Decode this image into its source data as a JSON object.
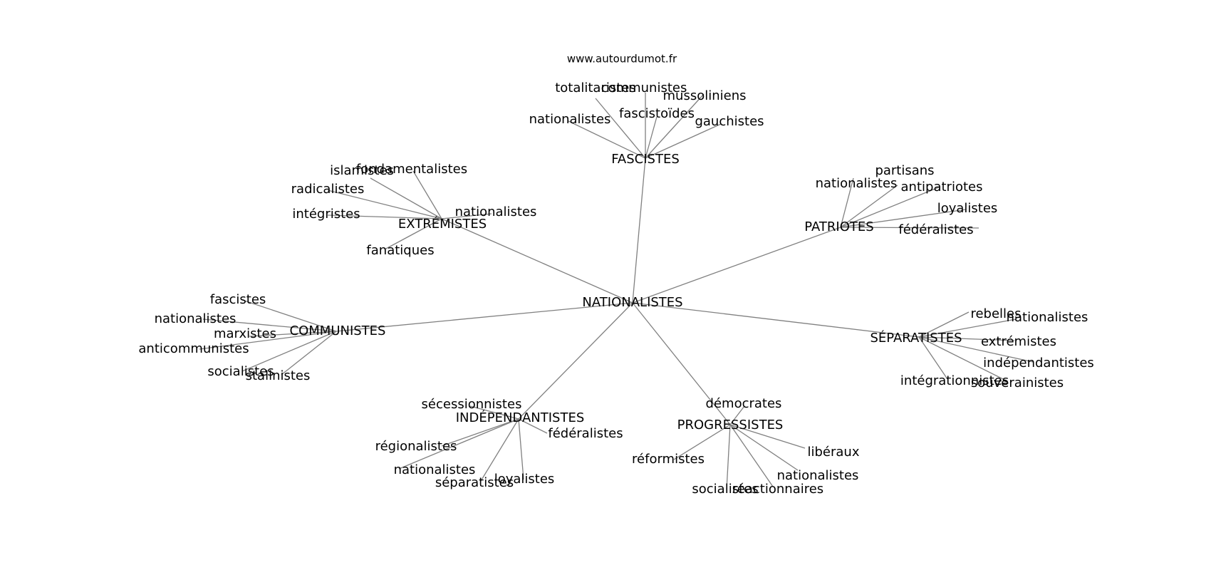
{
  "site_label": "www.autourdumot.fr",
  "graph": {
    "root": "NATIONALISTES",
    "groups": [
      {
        "hub": "FASCISTES",
        "leaves": [
          "totalitaristes",
          "communistes",
          "mussoliniens",
          "fascistoïdes",
          "nationalistes",
          "gauchistes"
        ]
      },
      {
        "hub": "EXTRÉMISTES",
        "leaves": [
          "fondamentalistes",
          "islamistes",
          "radicalistes",
          "nationalistes",
          "intégristes",
          "fanatiques"
        ]
      },
      {
        "hub": "PATRIOTES",
        "leaves": [
          "partisans",
          "nationalistes",
          "antipatriotes",
          "loyalistes",
          "fédéralistes"
        ]
      },
      {
        "hub": "COMMUNISTES",
        "leaves": [
          "fascistes",
          "nationalistes",
          "marxistes",
          "anticommunistes",
          "socialistes",
          "stalinistes"
        ]
      },
      {
        "hub": "SÉPARATISTES",
        "leaves": [
          "rebelles",
          "nationalistes",
          "extrémistes",
          "indépendantistes",
          "intégrationnistes",
          "souverainistes"
        ]
      },
      {
        "hub": "INDÉPENDANTISTES",
        "leaves": [
          "sécessionnistes",
          "fédéralistes",
          "régionalistes",
          "nationalistes",
          "séparatistes",
          "loyalistes"
        ]
      },
      {
        "hub": "PROGRESSISTES",
        "leaves": [
          "démocrates",
          "libéraux",
          "réformistes",
          "nationalistes",
          "socialistes",
          "réactionnaires"
        ]
      }
    ]
  }
}
